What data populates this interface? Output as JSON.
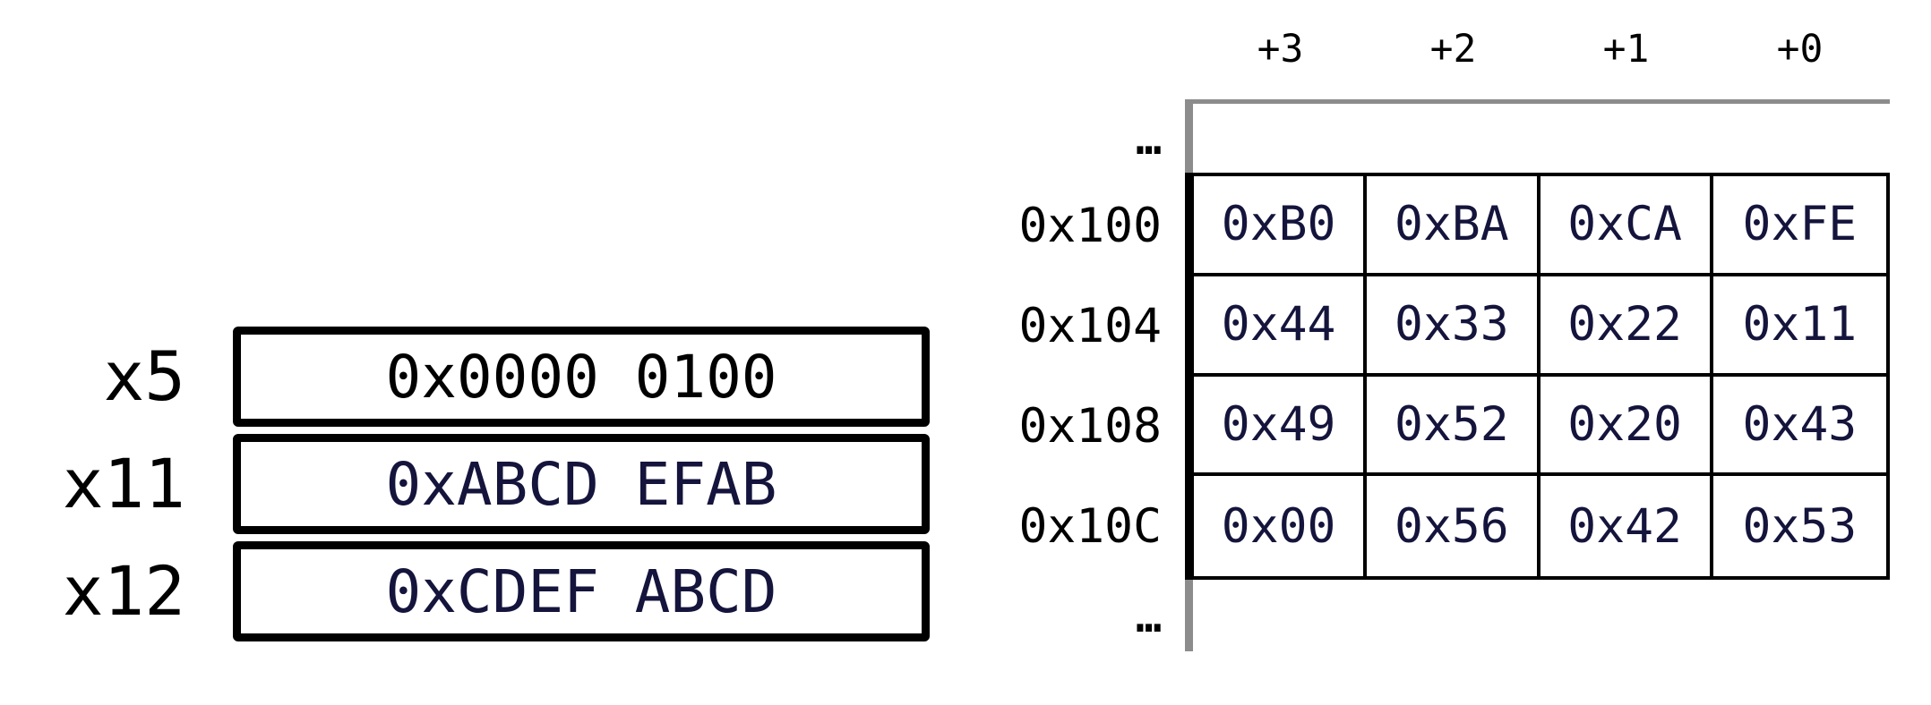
{
  "registers": {
    "items": [
      {
        "name": "x5",
        "value": "0x0000 0100",
        "value_color": "#000000"
      },
      {
        "name": "x11",
        "value": "0xABCD EFAB",
        "value_color": "#14143c"
      },
      {
        "name": "x12",
        "value": "0xCDEF ABCD",
        "value_color": "#14143c"
      }
    ]
  },
  "memory": {
    "column_headers": [
      "+3",
      "+2",
      "+1",
      "+0"
    ],
    "ellipsis_top": "…",
    "ellipsis_bottom": "…",
    "rows": [
      {
        "address": "0x100",
        "bytes": [
          "0xB0",
          "0xBA",
          "0xCA",
          "0xFE"
        ]
      },
      {
        "address": "0x104",
        "bytes": [
          "0x44",
          "0x33",
          "0x22",
          "0x11"
        ]
      },
      {
        "address": "0x108",
        "bytes": [
          "0x49",
          "0x52",
          "0x20",
          "0x43"
        ]
      },
      {
        "address": "0x10C",
        "bytes": [
          "0x00",
          "0x56",
          "0x42",
          "0x53"
        ]
      }
    ]
  },
  "colors": {
    "ink": "#000000",
    "value-navy": "#14143c",
    "line-gray": "#8c8c8c"
  }
}
